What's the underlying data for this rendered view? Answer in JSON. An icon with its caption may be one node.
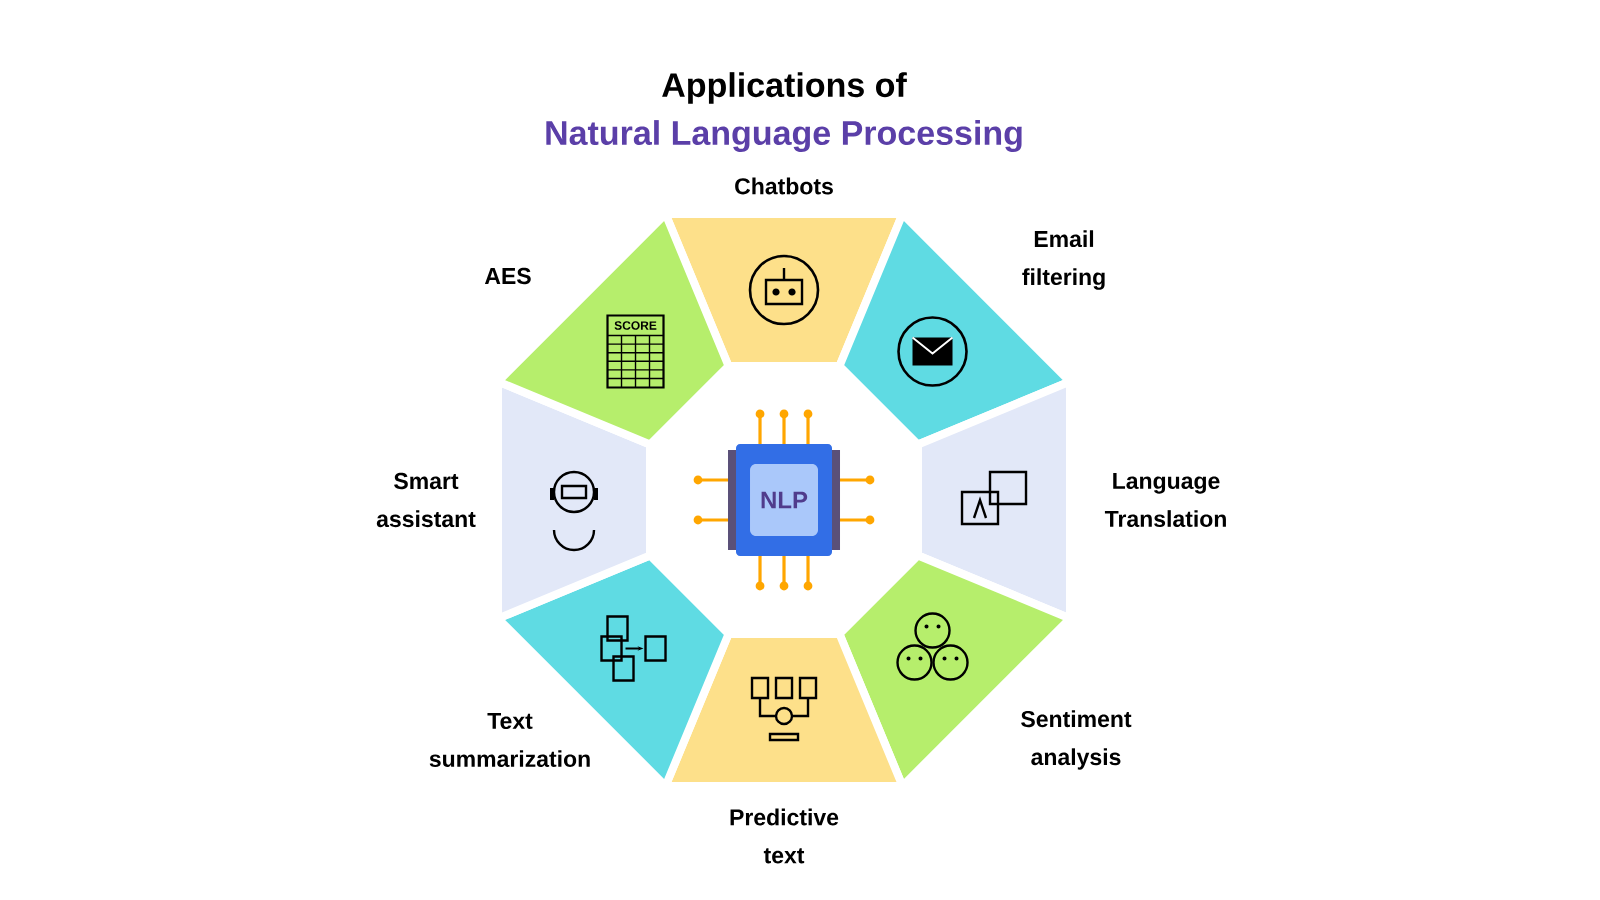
{
  "diagram": {
    "title": "Applications of",
    "nodes": [
      {
        "text": [
          "NLP"
        ]
      },
      {
        "text": [
          "Chatbots"
        ]
      },
      {
        "text": [
          "Email filtering"
        ]
      },
      {
        "text": [
          "Language Translation"
        ]
      },
      {
        "text": [
          "Sentiment analysis"
        ]
      },
      {
        "text": [
          "Predictive text"
        ]
      },
      {
        "text": [
          "Text summarization"
        ]
      },
      {
        "text": [
          "Smart assistant"
        ]
      },
      {
        "text": [
          "AES"
        ]
      }
    ],
    "labels": [
      "Natural Language Processing",
      "SCORE"
    ]
  }
}
